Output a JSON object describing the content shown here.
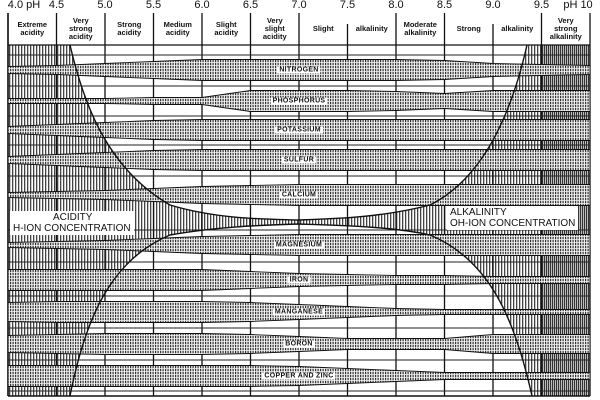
{
  "title_axis": {
    "left_label": "4.0 pH",
    "right_label": "pH 10"
  },
  "ph_ticks": [
    {
      "ph": 4.0,
      "label": "4.0 pH"
    },
    {
      "ph": 4.5,
      "label": "4.5"
    },
    {
      "ph": 5.0,
      "label": "5.0"
    },
    {
      "ph": 5.5,
      "label": "5.5"
    },
    {
      "ph": 6.0,
      "label": "6.0"
    },
    {
      "ph": 6.5,
      "label": "6.5"
    },
    {
      "ph": 7.0,
      "label": "7.0"
    },
    {
      "ph": 7.5,
      "label": "7.5"
    },
    {
      "ph": 8.0,
      "label": "8.0"
    },
    {
      "ph": 8.5,
      "label": "8.5"
    },
    {
      "ph": 9.0,
      "label": "9.0"
    },
    {
      "ph": 9.5,
      "label": "9.5"
    },
    {
      "ph": 10.0,
      "label": "pH 10"
    }
  ],
  "zones": [
    {
      "from": 4.0,
      "to": 4.5,
      "label": "Extreme\nacidity"
    },
    {
      "from": 4.5,
      "to": 5.0,
      "label": "Very\nstrong\nacidity"
    },
    {
      "from": 5.0,
      "to": 5.5,
      "label": "Strong\nacidity"
    },
    {
      "from": 5.5,
      "to": 6.0,
      "label": "Medium\nacidity"
    },
    {
      "from": 6.0,
      "to": 6.5,
      "label": "Slight\nacidity"
    },
    {
      "from": 6.5,
      "to": 7.0,
      "label": "Very\nslight\nacidity"
    },
    {
      "from": 7.0,
      "to": 7.5,
      "label": "Slight"
    },
    {
      "from": 7.5,
      "to": 8.0,
      "label": "alkalinity"
    },
    {
      "from": 8.0,
      "to": 8.5,
      "label": "Moderate\nalkalinity"
    },
    {
      "from": 8.5,
      "to": 9.0,
      "label": "Strong"
    },
    {
      "from": 9.0,
      "to": 9.5,
      "label": "alkalinity"
    },
    {
      "from": 9.5,
      "to": 10.0,
      "label": "Very\nstrong\nalkalinity"
    }
  ],
  "nutrients": [
    {
      "name": "NITROGEN",
      "availability": [
        0.3,
        0.4,
        0.6,
        0.8,
        1,
        1,
        1,
        1,
        1,
        0.9,
        0.6,
        0.5,
        0.4
      ]
    },
    {
      "name": "PHOSPHORUS",
      "availability": [
        0.2,
        0.2,
        0.2,
        0.3,
        0.3,
        1,
        1,
        1,
        0.9,
        0.7,
        1,
        1,
        1
      ]
    },
    {
      "name": "POTASSIUM",
      "availability": [
        0.3,
        0.5,
        0.7,
        0.9,
        1,
        1,
        1,
        1,
        1,
        1,
        1,
        1,
        1
      ]
    },
    {
      "name": "SULFUR",
      "availability": [
        0.3,
        0.5,
        0.7,
        0.9,
        1,
        1,
        1,
        1,
        1,
        1,
        1,
        1,
        1
      ]
    },
    {
      "name": "CALCIUM",
      "availability": [
        0.2,
        0.3,
        0.4,
        0.6,
        0.8,
        0.9,
        1,
        1,
        1,
        1,
        1,
        1,
        1
      ]
    },
    {
      "name": "MAGNESIUM",
      "availability": [
        0.2,
        0.3,
        0.4,
        0.6,
        0.8,
        0.9,
        1,
        1,
        1,
        1,
        1,
        1,
        1
      ]
    },
    {
      "name": "IRON",
      "availability": [
        1,
        1,
        1,
        1,
        1,
        0.8,
        0.6,
        0.5,
        0.4,
        0.4,
        0.3,
        0.3,
        0.3
      ]
    },
    {
      "name": "MANGANESE",
      "availability": [
        0.9,
        1,
        1,
        1,
        1,
        0.9,
        0.7,
        0.5,
        0.3,
        0.2,
        0.2,
        0.2,
        0.2
      ]
    },
    {
      "name": "BORON",
      "availability": [
        0.8,
        0.9,
        1,
        1,
        1,
        0.9,
        0.7,
        0.5,
        0.5,
        0.5,
        0.9,
        0.9,
        0.9
      ]
    },
    {
      "name": "COPPER AND ZINC",
      "availability": [
        1,
        1,
        1,
        1,
        1,
        1,
        0.9,
        0.7,
        0.5,
        0.3,
        0.3,
        0.3,
        0.3
      ]
    }
  ],
  "acidity_label": {
    "line1": "ACIDITY",
    "line2": "H-ION  CONCENTRATION"
  },
  "alkalinity_label": {
    "line1": "ALKALINITY",
    "line2": "OH-ION  CONCENTRATION"
  },
  "colors": {
    "ink": "#1a1a1a",
    "paper": "#ffffff",
    "hatch": "#555555"
  }
}
